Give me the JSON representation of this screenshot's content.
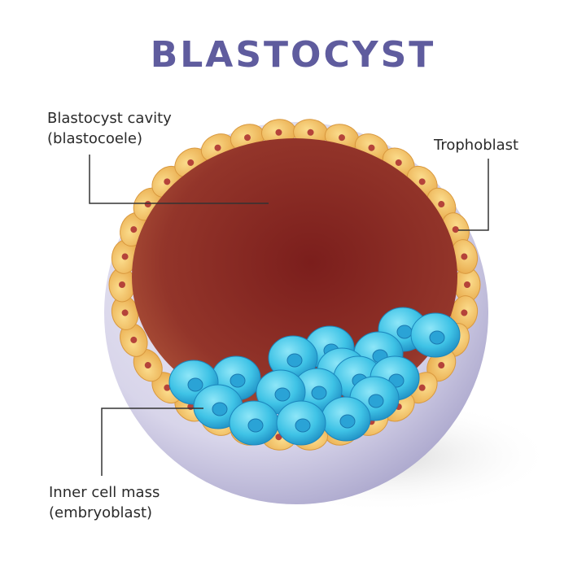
{
  "title": "BLASTOCYST",
  "labels": {
    "cavity_line1": "Blastocyst cavity",
    "cavity_line2": "(blastocoele)",
    "trophoblast": "Trophoblast",
    "icm_line1": "Inner cell mass",
    "icm_line2": "(embryoblast)"
  },
  "colors": {
    "title": "#5f5c9e",
    "zona": "#d9d6ea",
    "trophoblast_cell": "#f2c261",
    "nucleus": "#b5433a",
    "cavity": "#8e2c25",
    "inner_cell": "#4ccbe8"
  }
}
